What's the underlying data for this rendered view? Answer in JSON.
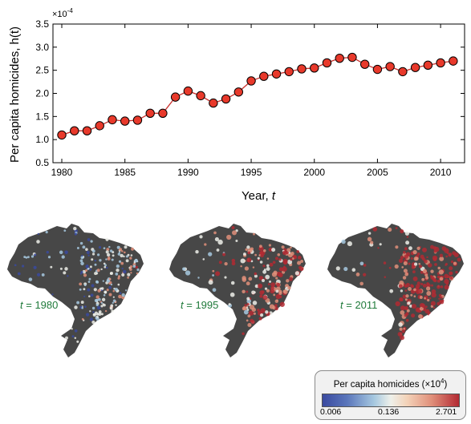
{
  "chart_data": {
    "type": "line",
    "x": [
      1980,
      1981,
      1982,
      1983,
      1984,
      1985,
      1986,
      1987,
      1988,
      1989,
      1990,
      1991,
      1992,
      1993,
      1994,
      1995,
      1996,
      1997,
      1998,
      1999,
      2000,
      2001,
      2002,
      2003,
      2004,
      2005,
      2006,
      2007,
      2008,
      2009,
      2010,
      2011
    ],
    "series": [
      {
        "values": [
          1.1,
          1.19,
          1.19,
          1.3,
          1.43,
          1.4,
          1.42,
          1.57,
          1.57,
          1.92,
          2.05,
          1.95,
          1.79,
          1.88,
          2.03,
          2.27,
          2.37,
          2.42,
          2.47,
          2.53,
          2.55,
          2.66,
          2.76,
          2.78,
          2.63,
          2.52,
          2.58,
          2.47,
          2.56,
          2.61,
          2.66,
          2.7
        ]
      }
    ],
    "xlabel": "Year, ",
    "xlabel_var": "t",
    "ylabel": "Per capita homicides, h(t)",
    "yunit": "×10",
    "yunit_exp": "-4",
    "xlim": [
      1979.3,
      2011.9
    ],
    "ylim": [
      0.5,
      3.5
    ],
    "xticks": [
      1980,
      1985,
      1990,
      1995,
      2000,
      2005,
      2010
    ],
    "yticks": [
      0.5,
      1.0,
      1.5,
      2.0,
      2.5,
      3.0,
      3.5
    ],
    "marker_color": "#e8392b",
    "line_color": "#c9302c"
  },
  "maps": [
    {
      "label_var": "t",
      "label_value": " = 1980"
    },
    {
      "label_var": "t",
      "label_value": " = 1995"
    },
    {
      "label_var": "t",
      "label_value": " = 2011"
    }
  ],
  "legend": {
    "title": "Per capita homicides (×10",
    "title_exp": "4",
    "title_close": ")",
    "min_label": "0.006",
    "mid_label": "0.136",
    "max_label": "2.701",
    "colors": [
      "#3a4aa0",
      "#a7c9e0",
      "#eef0ea",
      "#e08f7a",
      "#b32a33"
    ]
  }
}
